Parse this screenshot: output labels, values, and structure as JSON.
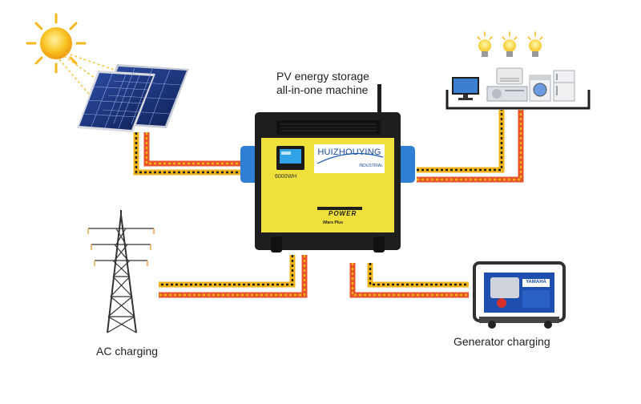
{
  "machine": {
    "title_line1": "PV energy storage",
    "title_line2": "all-in-one machine",
    "brand": "HUIZHOUYING",
    "brand_sub": "INDUSTRIAL",
    "capacity": "6000WH",
    "model_brand": "POWER",
    "model_name": "iMars Plus"
  },
  "sources": {
    "ac_label": "AC charging",
    "generator_label": "Generator charging",
    "generator_brand": "YAMAHA"
  },
  "colors": {
    "machine_body": "#efe03b",
    "machine_frame": "#1e1e1e",
    "cable_outer": "#f0b418",
    "cable_inner": "#e8542a",
    "cable_dash": "#222222",
    "handle": "#2f7fd4",
    "sun": "#f6b81c"
  },
  "icons": {
    "sun": "sun-icon",
    "solar_panel": "solar-panel-icon",
    "bulb": "light-bulb-icon",
    "tv": "tv-icon",
    "ac": "air-conditioner-icon",
    "washer": "washing-machine-icon",
    "fridge": "fridge-icon",
    "tower": "transmission-tower-icon",
    "generator": "generator-icon"
  }
}
